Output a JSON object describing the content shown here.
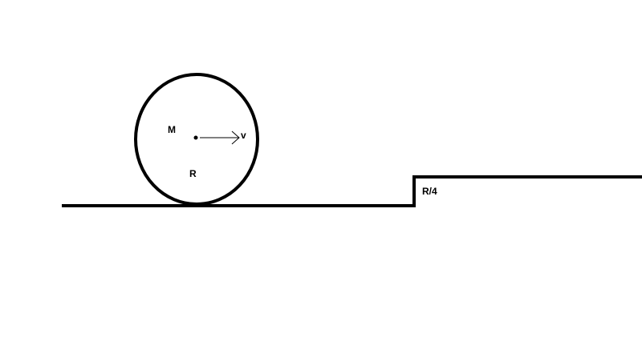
{
  "diagram": {
    "mass_label": "M",
    "radius_label": "R",
    "velocity_label": "v",
    "step_label": "R/4"
  },
  "colors": {
    "background": "#ffffff",
    "stroke": "#000000"
  }
}
